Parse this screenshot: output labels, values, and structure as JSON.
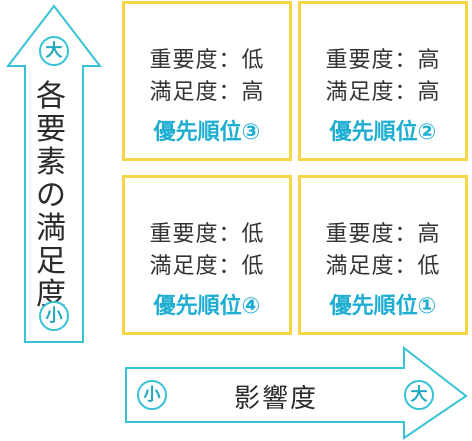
{
  "vertical_axis": {
    "top_badge": "大",
    "bottom_badge": "小",
    "label_chars": [
      "各",
      "要",
      "素",
      "の",
      "満",
      "足",
      "度"
    ]
  },
  "horizontal_axis": {
    "left_badge": "小",
    "right_badge": "大",
    "label": "影響度"
  },
  "quadrants": [
    {
      "position": "top-left",
      "importance": "重要度：低",
      "satisfaction": "満足度：高",
      "priority": "優先順位③"
    },
    {
      "position": "top-right",
      "importance": "重要度：高",
      "satisfaction": "満足度：高",
      "priority": "優先順位②"
    },
    {
      "position": "bottom-left",
      "importance": "重要度：低",
      "satisfaction": "満足度：低",
      "priority": "優先順位④"
    },
    {
      "position": "bottom-right",
      "importance": "重要度：高",
      "satisfaction": "満足度：低",
      "priority": "優先順位①"
    }
  ],
  "colors": {
    "arrow_stroke": "#36c3d6",
    "badge_text": "#22a7bd",
    "quadrant_border": "#f4d646",
    "priority_text": "#1faed1"
  }
}
